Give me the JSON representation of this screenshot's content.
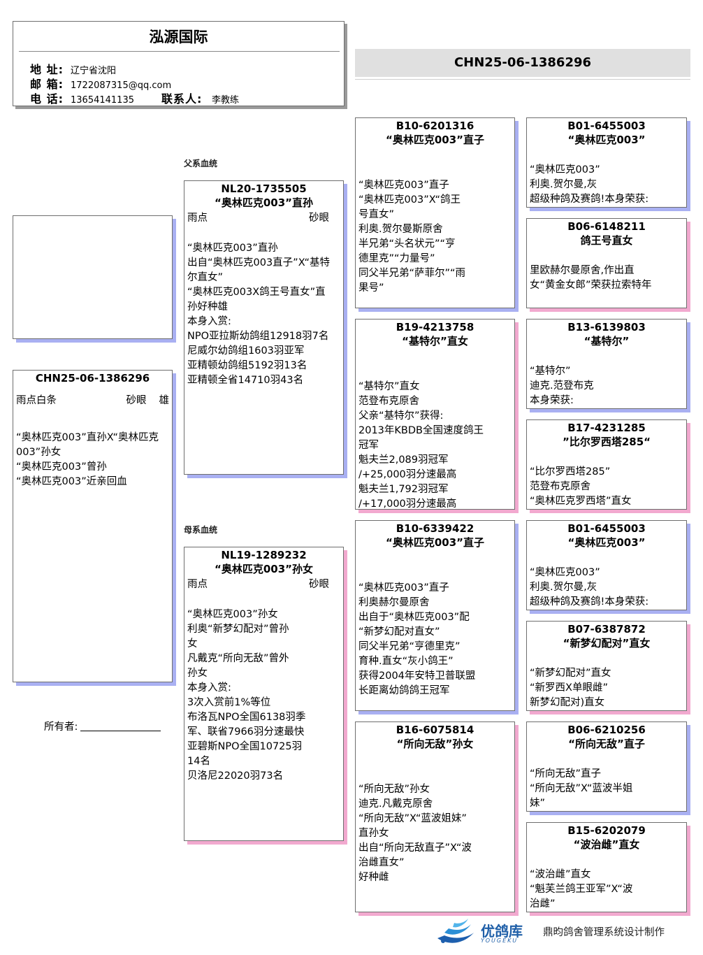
{
  "header": {
    "title": "泓源国际",
    "address_label": "地 址:",
    "address": "辽宁省沈阳",
    "email_label": "邮 箱:",
    "email": "1722087315@qq.com",
    "phone_label": "电 话:",
    "phone": "13654141135",
    "contact_label": "联系人:",
    "contact": "李教练"
  },
  "banner_ring": "CHN25-06-1386296",
  "section_father": "父系血统",
  "section_mother": "母系血统",
  "subject": {
    "ring": "CHN25-06-1386296",
    "color": "雨点白条",
    "eye": "砂眼",
    "sex": "雄",
    "lines": [
      "“奥林匹克003”直孙X“奥林匹克",
      "003”孙女",
      "“奥林匹克003”曾孙",
      "“奥林匹克003”近亲回血"
    ]
  },
  "owner_label": "所有者:",
  "sire": {
    "ring": "NL20-1735505",
    "name": "“奥林匹克003”直孙",
    "color": "雨点",
    "eye": "砂眼",
    "lines": [
      "“奥林匹克003”直孙",
      "出自“奥林匹克003直子”X“基特",
      "尔直女”",
      "“奥林匹克003X鸽王号直女”直",
      "孙好种雄",
      "本身入赏:",
      "NPO亚拉斯幼鸽组12918羽7名",
      "尼威尔幼鸽组1603羽亚军",
      "亚精顿幼鸽组5192羽13名",
      "亚精顿全省14710羽43名"
    ]
  },
  "dam": {
    "ring": "NL19-1289232",
    "name": "“奥林匹克003”孙女",
    "color": "雨点",
    "eye": "砂眼",
    "lines": [
      "“奥林匹克003”孙女",
      "利奥“新梦幻配对”曾孙",
      "女",
      "凡戴克“所向无敌”曾外",
      "孙女",
      "本身入赏:",
      "3次入赏前1%等位",
      "布洛瓦NPO全国6138羽季",
      "军、联省7966羽分速最快",
      "亚碧斯NPO全国10725羽",
      "14名",
      "贝洛尼22020羽73名"
    ]
  },
  "gen3": [
    {
      "ring": "B10-6201316",
      "name": "“奥林匹克003”直子",
      "lines": [
        "“奥林匹克003”直子",
        "“奥林匹克003”X“鸽王",
        "号直女”",
        "利奥.贺尔曼斯原舍",
        "半兄弟“头名状元”“亨",
        "德里克”“力量号”",
        "同父半兄弟“萨菲尔”“雨",
        "果号”"
      ]
    },
    {
      "ring": "B19-4213758",
      "name": "“基特尔”直女",
      "lines": [
        "“基特尔”直女",
        "范登布克原舍",
        "父亲“基特尔”获得:",
        "2013年KBDB全国速度鸽王",
        "冠军",
        "魁夫兰2,089羽冠军",
        "/+25,000羽分速最高",
        "魁夫兰1,792羽冠军",
        "/+17,000羽分速最高"
      ]
    },
    {
      "ring": "B10-6339422",
      "name": "“奥林匹克003”直子",
      "lines": [
        "“奥林匹克003”直子",
        "利奥赫尔曼原舍",
        "出自于“奥林匹克003”配",
        "“新梦幻配对直女”",
        "同父半兄弟“亨德里克”",
        "育种.直女“灰小鸽王”",
        "获得2004年安特卫普联盟",
        "长距离幼鸽鸽王冠军"
      ]
    },
    {
      "ring": "B16-6075814",
      "name": "“所向无敌”孙女",
      "lines": [
        "“所向无敌”孙女",
        "迪克.凡戴克原舍",
        "“所向无敌”X“蓝波姐妹”",
        "直孙女",
        "出自“所向无敌直子”X“波",
        "治雌直女”",
        "好种雌"
      ]
    }
  ],
  "gen4": [
    {
      "ring": "B01-6455003",
      "name": "“奥林匹克003”",
      "lines": [
        "“奥林匹克003”",
        "利奥.贺尔曼,灰",
        "超级种鸽及赛鸽!本身荣获:"
      ]
    },
    {
      "ring": "B06-6148211",
      "name": "鸽王号直女",
      "lines": [
        "里欧赫尔曼原舍,作出直",
        "女“黄金女郎”荣获拉索特年"
      ]
    },
    {
      "ring": "B13-6139803",
      "name": "“基特尔”",
      "lines": [
        "“基特尔”",
        "迪克.范登布克",
        "本身荣获:"
      ]
    },
    {
      "ring": "B17-4231285",
      "name": "”比尔罗西塔285“",
      "lines": [
        "“比尔罗西塔285”",
        "范登布克原舍",
        "“奥林匹克罗西塔”直女"
      ]
    },
    {
      "ring": "B01-6455003",
      "name": "“奥林匹克003”",
      "lines": [
        "“奥林匹克003”",
        "利奥.贺尔曼,灰",
        "超级种鸽及赛鸽!本身荣获:"
      ]
    },
    {
      "ring": "B07-6387872",
      "name": "“新梦幻配对”直女",
      "lines": [
        "“新梦幻配对”直女",
        "“新罗西X单眼雌”",
        "新梦幻配对)直女"
      ]
    },
    {
      "ring": "B06-6210256",
      "name": "“所向无敌”直子",
      "lines": [
        "“所向无敌”直子",
        "“所向无敌”X“蓝波半姐",
        "妹”"
      ]
    },
    {
      "ring": "B15-6202079",
      "name": "“波治雌”直女",
      "lines": [
        "“波治雌”直女",
        "“魁芙兰鸽王亚军”X“波",
        "治雌”"
      ]
    }
  ],
  "footer": {
    "logo_text": "优鸽库",
    "logo_sub": "YOUGEKU",
    "credit": "鼎昀鸽舍管理系统设计制作"
  }
}
